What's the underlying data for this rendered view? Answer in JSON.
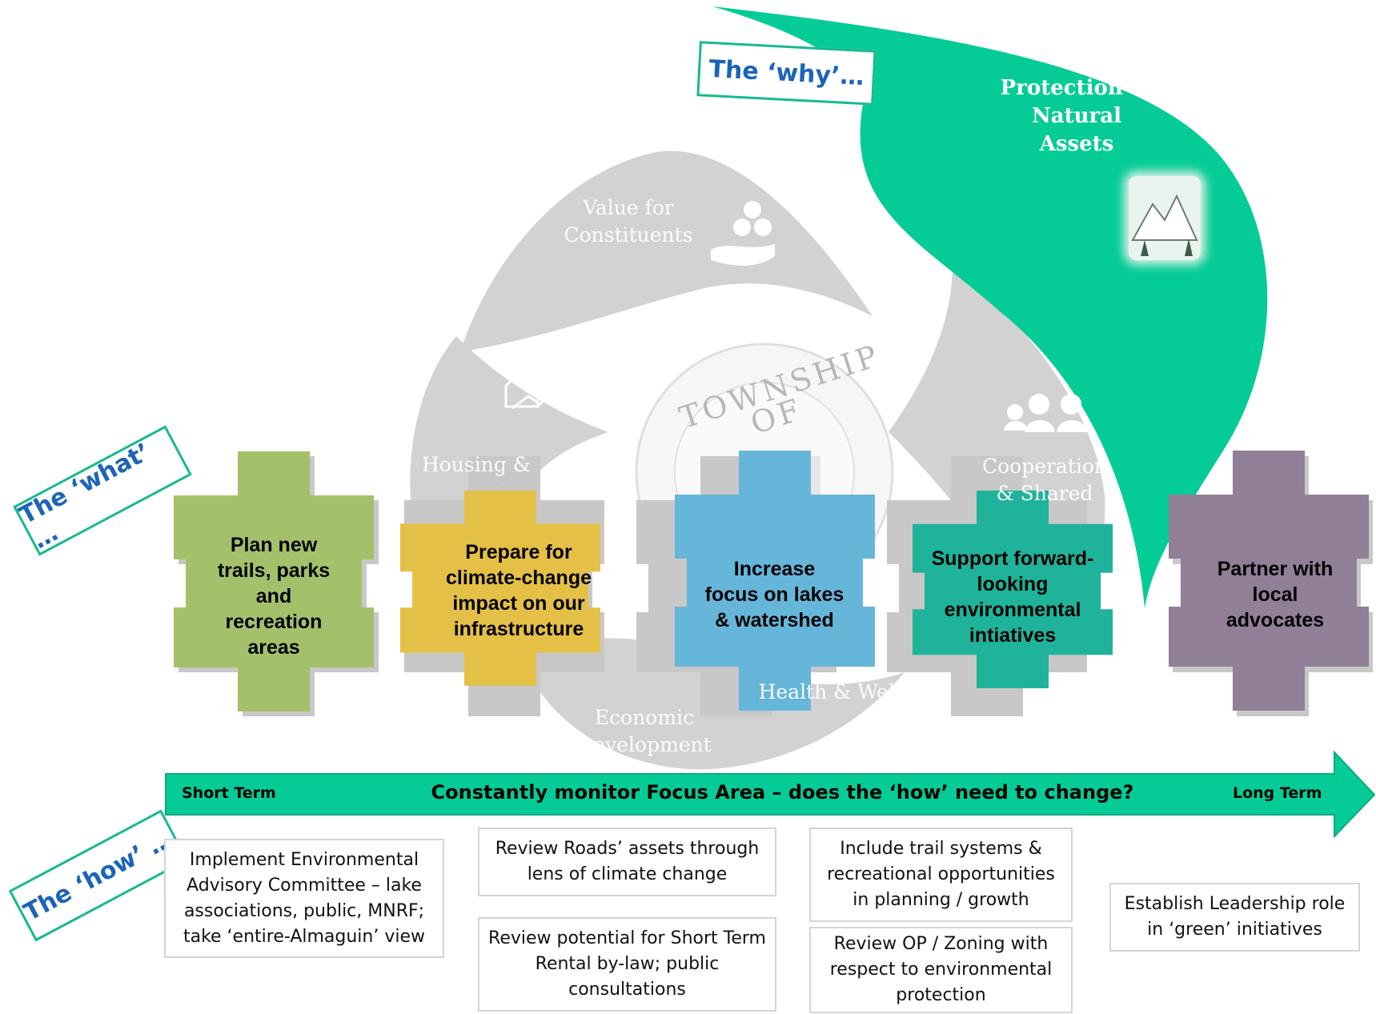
{
  "why": {
    "tag": "The ‘why’…",
    "title": "Protection of Natural Assets",
    "icon": "mountain-landscape-icon"
  },
  "what": {
    "tag": "The ‘what’ …"
  },
  "how": {
    "tag": "The ‘how’ …"
  },
  "background_labels": {
    "value": "Value for Constituents",
    "housing": "Housing & Growth",
    "cooperation": "Cooperation & Shared",
    "economic": "Economic Development",
    "health": "Health & Wellness",
    "seal": "TOWNSHIP OF"
  },
  "pieces": [
    {
      "label": "Plan new trails, parks and recreation areas",
      "color": "#a3c16a"
    },
    {
      "label": "Prepare for climate-change impact on our infrastructure",
      "color": "#e5c047"
    },
    {
      "label": "Increase focus on lakes & watershed",
      "color": "#66b6da"
    },
    {
      "label": "Support forward-looking environmental intiatives",
      "color": "#1fb39b"
    },
    {
      "label": "Partner with local advocates",
      "color": "#917f98"
    }
  ],
  "timeline": {
    "start": "Short Term",
    "middle": "Constantly monitor Focus Area – does the ‘how’ need to change?",
    "end": "Long Term",
    "color": "#05cc96"
  },
  "actions": [
    "Implement Environmental Advisory Committee – lake associations, public, MNRF; take ‘entire-Almaguin’ view",
    "Review Roads’ assets through lens of climate change",
    "Review potential for Short Term Rental by-law; public consultations",
    "Include trail systems & recreational opportunities in planning / growth",
    "Review OP / Zoning with respect to environmental protection",
    "Establish Leadership role in ‘green’ initiatives"
  ]
}
